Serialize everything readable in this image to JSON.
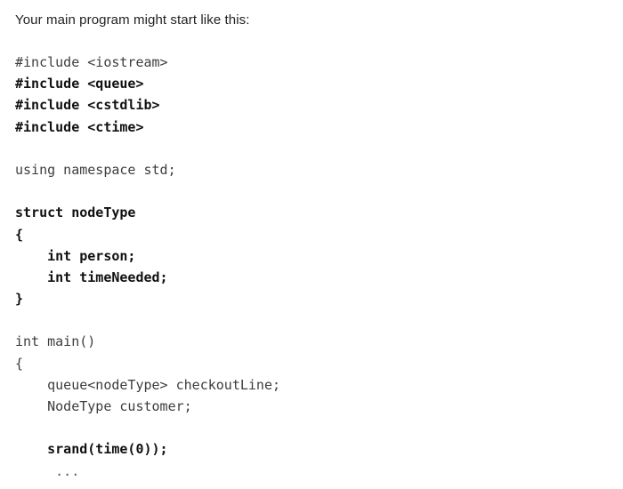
{
  "document": {
    "prompt": "Your main program might start like this:",
    "background_color": "#ffffff",
    "regular_text_color": "#3d3d3d",
    "bold_text_color": "#111111",
    "prompt_color": "#222222"
  },
  "code": {
    "language": "cpp",
    "lines": [
      {
        "text": "#include <iostream>",
        "bold": false
      },
      {
        "text": "#include <queue>",
        "bold": true
      },
      {
        "text": "#include <cstdlib>",
        "bold": true
      },
      {
        "text": "#include <ctime>",
        "bold": true
      },
      {
        "text": "",
        "bold": false
      },
      {
        "text": "using namespace std;",
        "bold": false
      },
      {
        "text": "",
        "bold": false
      },
      {
        "text": "struct nodeType",
        "bold": true
      },
      {
        "text": "{",
        "bold": true
      },
      {
        "text": "    int person;",
        "bold": true
      },
      {
        "text": "    int timeNeeded;",
        "bold": true
      },
      {
        "text": "}",
        "bold": true
      },
      {
        "text": "",
        "bold": false
      },
      {
        "text": "int main()",
        "bold": false
      },
      {
        "text": "{",
        "bold": false
      },
      {
        "text": "    queue<nodeType> checkoutLine;",
        "bold": false
      },
      {
        "text": "    NodeType customer;",
        "bold": false
      },
      {
        "text": "",
        "bold": false
      },
      {
        "text": "    srand(time(0));",
        "bold": true
      },
      {
        "text": "     ...",
        "bold": false
      }
    ]
  }
}
